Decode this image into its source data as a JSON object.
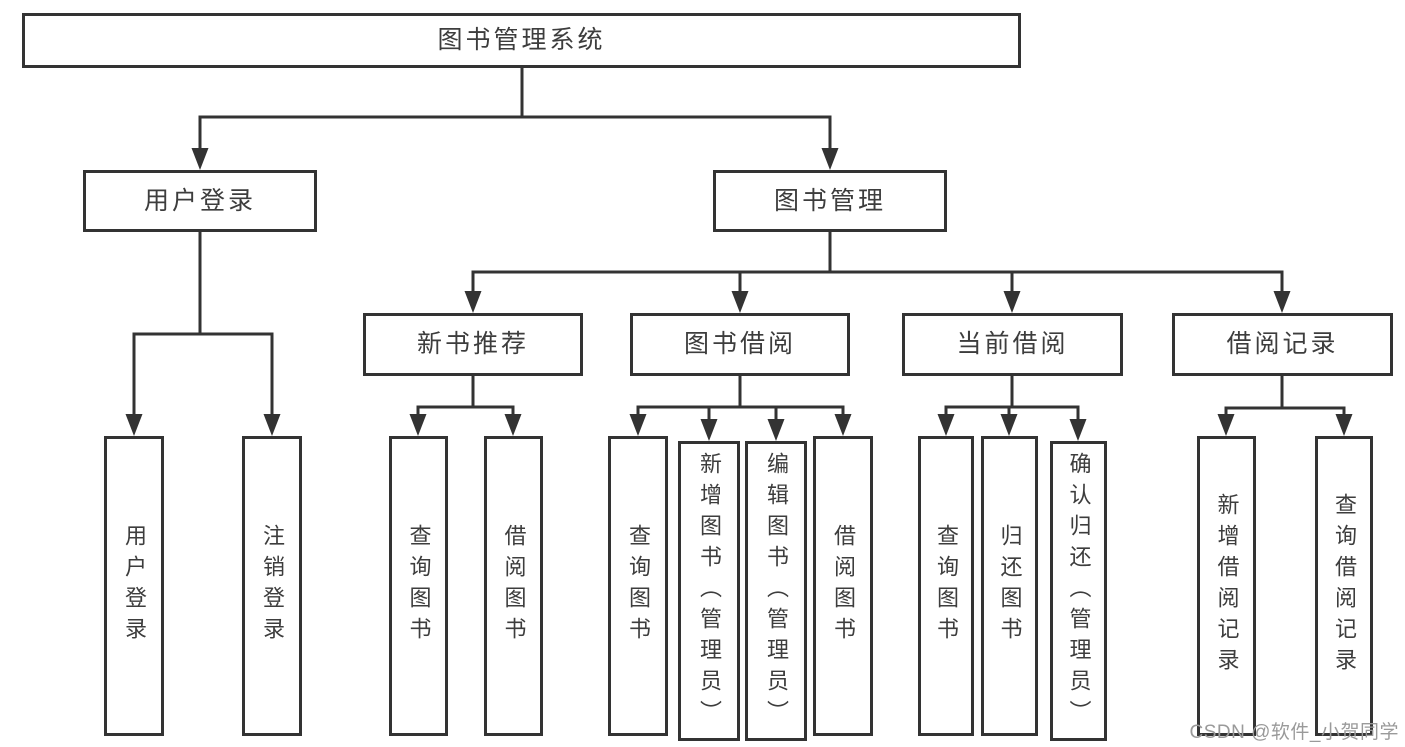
{
  "colors": {
    "line": "#333333",
    "box_border": "#333333",
    "text": "#3d3d3d",
    "watermark": "#9a9a9a",
    "background": "#ffffff"
  },
  "tree": {
    "label": "图书管理系统",
    "children": [
      {
        "label": "用户登录",
        "children": [
          {
            "label": "用户登录"
          },
          {
            "label": "注销登录"
          }
        ]
      },
      {
        "label": "图书管理",
        "children": [
          {
            "label": "新书推荐",
            "children": [
              {
                "label": "查询图书"
              },
              {
                "label": "借阅图书"
              }
            ]
          },
          {
            "label": "图书借阅",
            "children": [
              {
                "label": "查询图书"
              },
              {
                "label": "新增图书（管理员）"
              },
              {
                "label": "编辑图书（管理员）"
              },
              {
                "label": "借阅图书"
              }
            ]
          },
          {
            "label": "当前借阅",
            "children": [
              {
                "label": "查询图书"
              },
              {
                "label": "归还图书"
              },
              {
                "label": "确认归还（管理员）"
              }
            ]
          },
          {
            "label": "借阅记录",
            "children": [
              {
                "label": "新增借阅记录"
              },
              {
                "label": "查询借阅记录"
              }
            ]
          }
        ]
      }
    ]
  },
  "watermark": {
    "text": "CSDN @软件_小贺同学"
  }
}
